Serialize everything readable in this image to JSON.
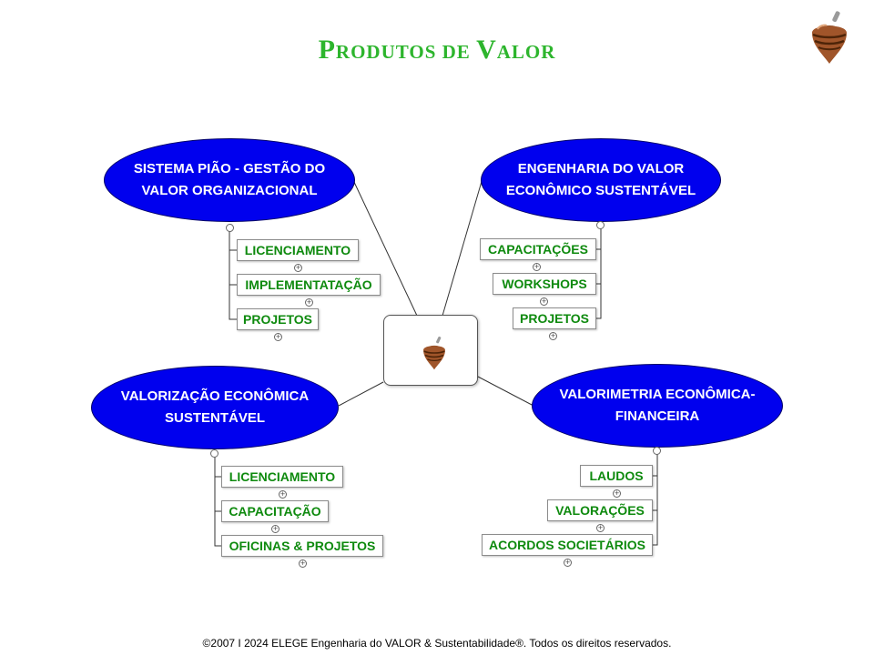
{
  "title": {
    "cap1": "P",
    "rest1": "RODUTOS DE ",
    "cap2": "V",
    "rest2": "ALOR"
  },
  "center": {
    "icon": "spinning-top-icon"
  },
  "logo": {
    "icon": "spinning-top-icon"
  },
  "colors": {
    "title": "#2db52d",
    "node_fill": "#0000ee",
    "sub_text": "#0e8a0e"
  },
  "nodes": {
    "n1": {
      "label": "SISTEMA PIÃO - GESTÃO DO VALOR ORGANIZACIONAL",
      "items": [
        "LICENCIAMENTO",
        "IMPLEMENTATAÇÃO",
        "PROJETOS"
      ]
    },
    "n2": {
      "label": "ENGENHARIA DO VALOR ECONÔMICO SUSTENTÁVEL",
      "items": [
        "CAPACITAÇÕES",
        "WORKSHOPS",
        "PROJETOS"
      ]
    },
    "n3": {
      "label": "VALORIZAÇÃO ECONÔMICA SUSTENTÁVEL",
      "items": [
        "LICENCIAMENTO",
        "CAPACITAÇÃO",
        "OFICINAS & PROJETOS"
      ]
    },
    "n4": {
      "label": "VALORIMETRIA ECONÔMICA-FINANCEIRA",
      "items": [
        "LAUDOS",
        "VALORAÇÕES",
        "ACORDOS SOCIETÁRIOS"
      ]
    }
  },
  "footer": {
    "text": "©2007  I  2024  ELEGE Engenharia do VALOR & Sustentabilidade®. Todos os direitos reservados."
  }
}
